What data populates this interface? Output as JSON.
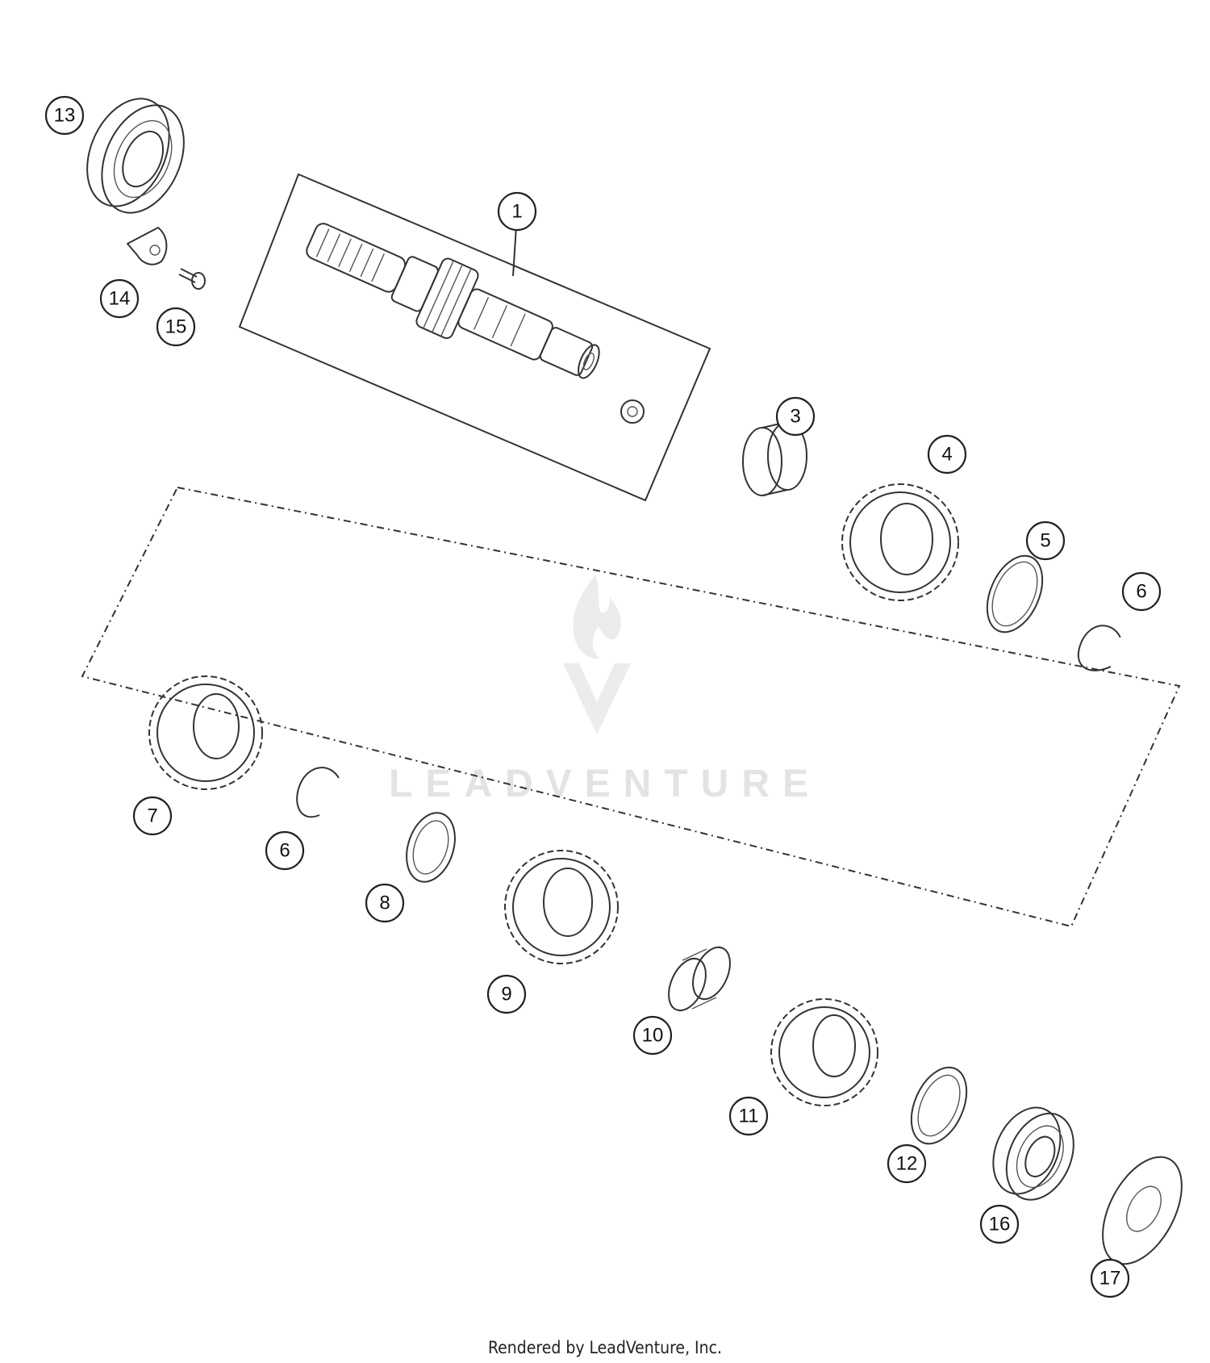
{
  "watermark": {
    "text": "LEADVENTURE"
  },
  "footer": {
    "text": "Rendered by LeadVenture, Inc."
  },
  "callouts": {
    "c1": "1",
    "c3": "3",
    "c4": "4",
    "c5": "5",
    "c6a": "6",
    "c6b": "6",
    "c7": "7",
    "c8": "8",
    "c9": "9",
    "c10": "10",
    "c11": "11",
    "c12": "12",
    "c13": "13",
    "c14": "14",
    "c15": "15",
    "c16": "16",
    "c17": "17"
  },
  "colors": {
    "line": "#333333",
    "watermark": "#e3e3e3",
    "background": "#ffffff"
  }
}
